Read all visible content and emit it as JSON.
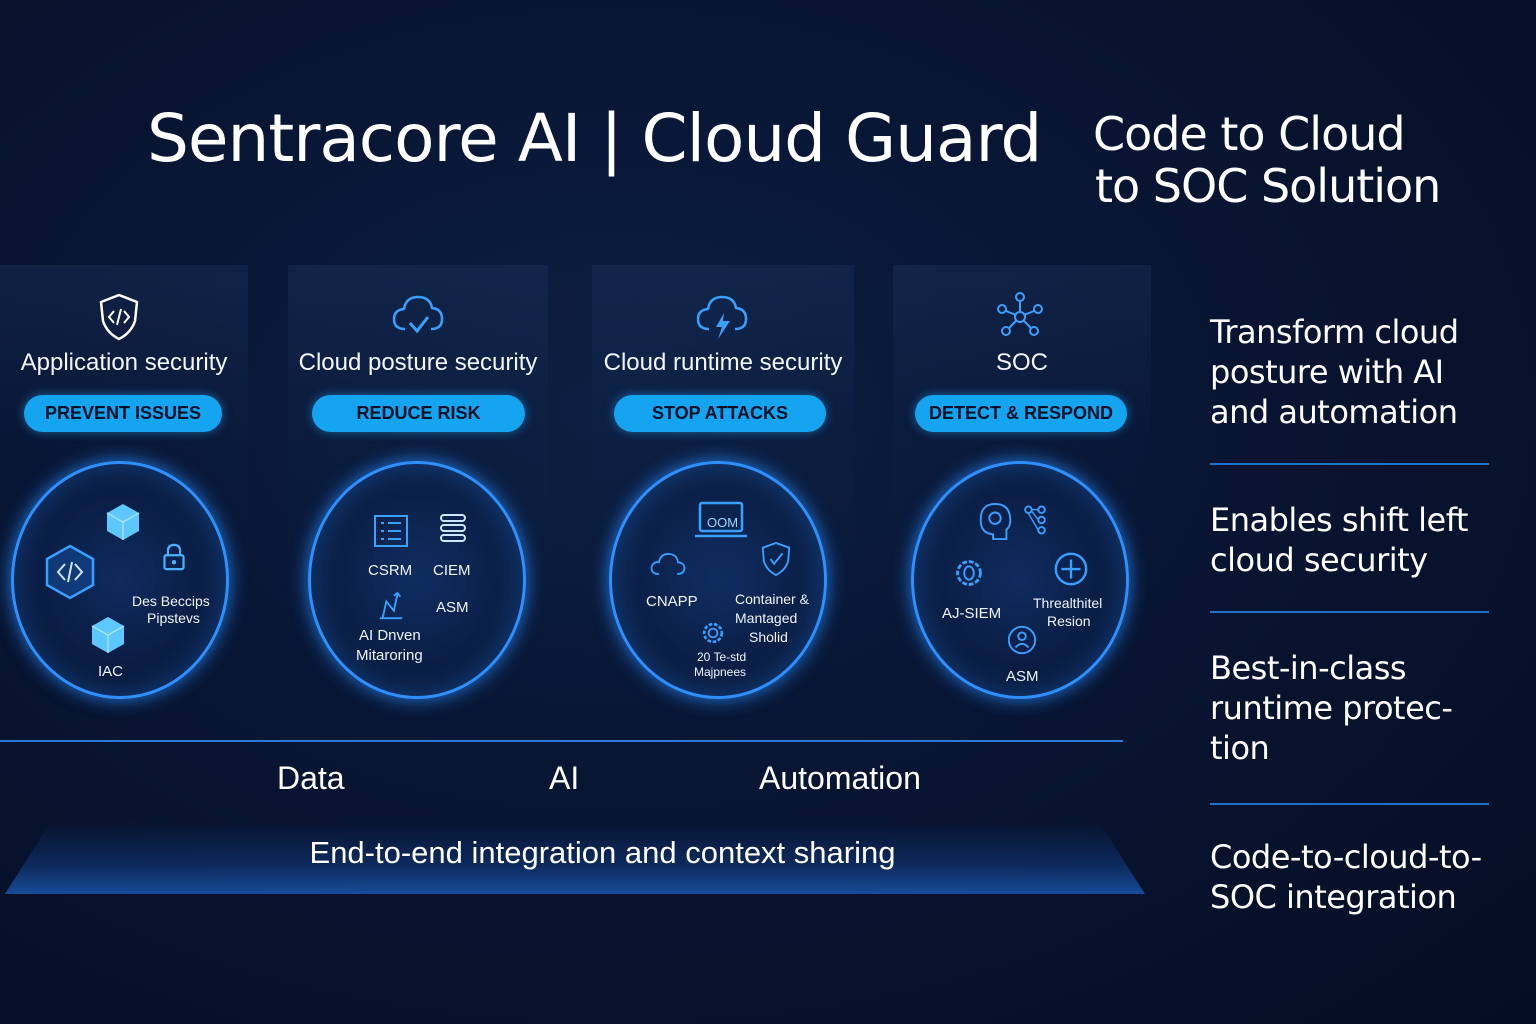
{
  "header": {
    "title": "Sentracore AI | Cloud Guard",
    "tagline_line1": "Code to Cloud",
    "tagline_line2": "to SOC Solution"
  },
  "pillars": [
    {
      "title": "Application security",
      "badge": "PREVENT ISSUES",
      "icon": "shield-code-icon",
      "items": [
        "Des Beccips",
        "Pipstevs",
        "IAC"
      ]
    },
    {
      "title": "Cloud posture security",
      "badge": "REDUCE RISK",
      "icon": "cloud-check-icon",
      "items": [
        "CSRM",
        "CIEM",
        "AI Dnven",
        "Mitaroring",
        "ASM"
      ]
    },
    {
      "title": "Cloud runtime security",
      "badge": "STOP ATTACKS",
      "icon": "cloud-bolt-icon",
      "items": [
        "OOM",
        "CNAPP",
        "Container &",
        "Mantaged",
        "Sholid",
        "20 Te-std",
        "Majpnees"
      ]
    },
    {
      "title": "SOC",
      "badge": "DETECT & RESPOND",
      "icon": "network-hub-icon",
      "items": [
        "AJ-SIEM",
        "Threalthitel",
        "Resion",
        "ASM"
      ]
    }
  ],
  "foundation": {
    "words": [
      "Data",
      "AI",
      "Automation"
    ],
    "platform_text": "End-to-end integration and context sharing"
  },
  "benefits": [
    {
      "lines": [
        "Transform cloud",
        "posture with AI",
        "and automation"
      ]
    },
    {
      "lines": [
        "Enables shift left",
        "cloud security"
      ]
    },
    {
      "lines": [
        "Best-in-class",
        "runtime protec-",
        "tion"
      ]
    },
    {
      "lines": [
        "Code-to-cloud-to-",
        "SOC integration"
      ]
    }
  ],
  "colors": {
    "background": "#081533",
    "accent": "#14a4f0",
    "circle_glow": "#2e8fff",
    "divider": "#1f70c8"
  }
}
